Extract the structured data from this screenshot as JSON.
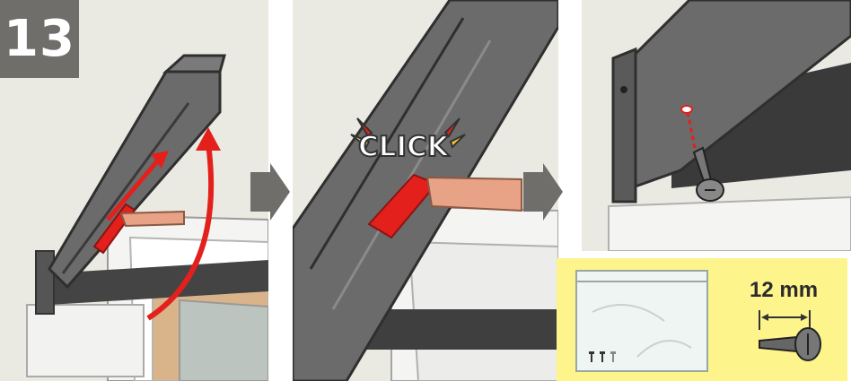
{
  "step": {
    "number": "13"
  },
  "panel2": {
    "sound_text": "CLICK"
  },
  "panel4": {
    "screw_length": "12 mm"
  },
  "colors": {
    "panel_bg": "#eae9e2",
    "note_bg": "#fdf48c",
    "bar_gray": "#6b6b6b",
    "accent_red": "#e3201b",
    "salmon": "#e8a286",
    "badge_gray": "#6f6e6a"
  }
}
